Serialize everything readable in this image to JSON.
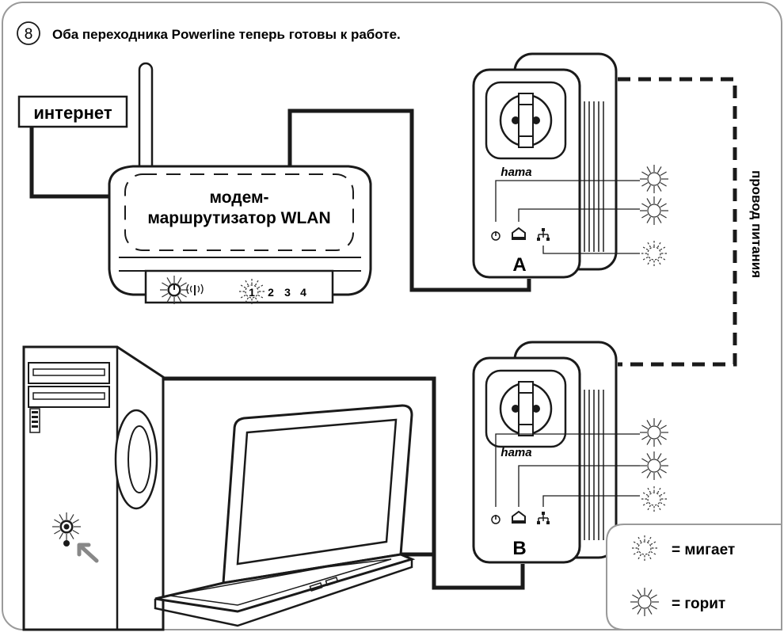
{
  "step_number": "8",
  "title": "Оба переходника Powerline теперь готовы к работе.",
  "internet_label": "интернет",
  "router_label_line1": "модем-",
  "router_label_line2": "маршрутизатор WLAN",
  "router_ports": [
    "1",
    "2",
    "3",
    "4"
  ],
  "adapter_a_label": "A",
  "adapter_b_label": "B",
  "brand": "hama",
  "power_cable_label": "провод питания",
  "legend_blinking": "= мигает",
  "legend_lit": "= горит",
  "colors": {
    "line": "#1a1a1a",
    "frame": "#9a9a9a",
    "background": "#ffffff"
  },
  "icons": [
    "power-icon",
    "wifi-icon",
    "powerline-icon",
    "network-icon",
    "arrow-icon"
  ]
}
